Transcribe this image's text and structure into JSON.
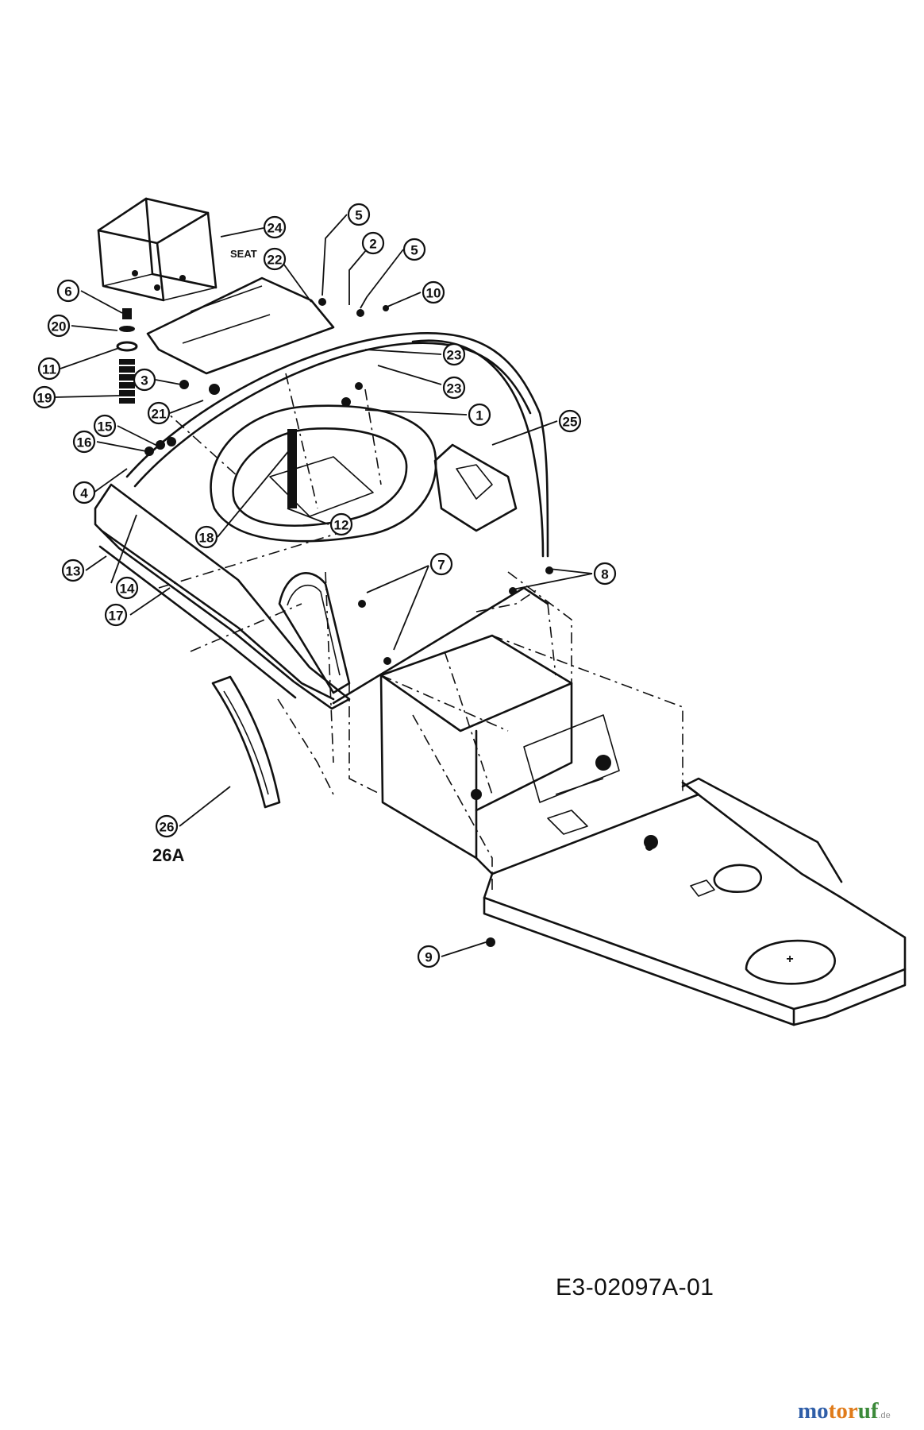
{
  "diagram": {
    "seat_label": "SEAT",
    "part_26a_label": "26A",
    "drawing_number": "E3-02097A-01",
    "callouts": [
      "24",
      "22",
      "5",
      "2",
      "5",
      "10",
      "6",
      "20",
      "11",
      "19",
      "3",
      "21",
      "23",
      "23",
      "1",
      "25",
      "15",
      "16",
      "4",
      "18",
      "12",
      "13",
      "14",
      "17",
      "7",
      "8",
      "26",
      "9"
    ]
  },
  "watermark": {
    "brand_blue": "mo",
    "brand_orange": "tor",
    "brand_green": "uf",
    "tld": ".de",
    "colors": {
      "blue": "#2f5ea8",
      "orange": "#e07b1a",
      "green": "#3c8a3a",
      "gray": "#8d8d8d"
    }
  }
}
